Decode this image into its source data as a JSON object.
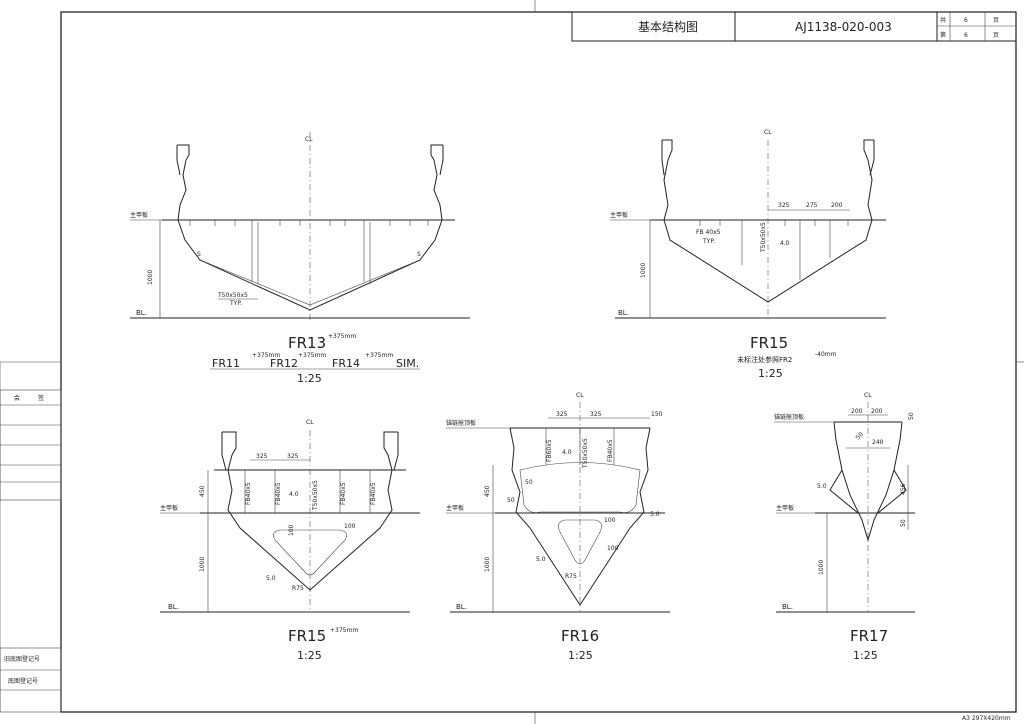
{
  "title_block": {
    "title": "基本结构图",
    "drawing_no": "AJ1138-020-003",
    "total_label": "共",
    "total_pages": "6",
    "page_unit_total": "页",
    "sheet_label": "第",
    "sheet_no": "6",
    "page_unit_sheet": "页"
  },
  "side_table": {
    "row1_a": "会",
    "row1_b": "签",
    "old_reg": "旧底图登记号",
    "base_reg": "底图登记号"
  },
  "footer_note": "A3 297X420mm",
  "common": {
    "cl": "CL",
    "bl": "BL.",
    "main_deck": "主甲板",
    "anchor_deck": "锚链舱顶板",
    "scale": "1:25"
  },
  "fr13": {
    "name": "FR13",
    "offset": "+375mm",
    "sim_f1": "FR11",
    "sim_f2": "FR12",
    "sim_f3": "FR14",
    "sim_off": "+375mm",
    "sim": "SIM.",
    "dim_1000": "1000",
    "stiff": "T50x50x5",
    "typ": "TYP.",
    "s": "S"
  },
  "fr15": {
    "name": "FR15",
    "note": "未标注处参照FR2",
    "note_off": "-40mm",
    "dims": [
      "325",
      "275",
      "200"
    ],
    "fb": "FB 40x5",
    "typ": "TYP.",
    "t50": "T50x50x5",
    "thk": "4.0",
    "dim_1000": "1000"
  },
  "fr15b": {
    "name": "FR15",
    "offset": "+375mm",
    "dims": [
      "325",
      "325"
    ],
    "fb": "FB40x5",
    "t50": "T50x50x5",
    "thk": "4.0",
    "d450": "450",
    "d1000": "1000",
    "d100a": "100",
    "d100b": "100",
    "d50": "5.0",
    "r75": "R75"
  },
  "fr16": {
    "name": "FR16",
    "dims": [
      "325",
      "325",
      "150"
    ],
    "fb": "FB40x5",
    "fb2": "FB60x5",
    "t50": "T50x50x5",
    "thk": "4.0",
    "d450": "450",
    "d1000": "1000",
    "d50a": "50",
    "d50b": "50",
    "d100a": "100",
    "d100b": "100",
    "d5a": "5.0",
    "d5b": "5.0",
    "r75": "R75"
  },
  "fr17": {
    "name": "FR17",
    "dims": [
      "200",
      "200"
    ],
    "d50a": "50",
    "d240": "240",
    "d50b": "50",
    "d456": "456",
    "d50c": "50",
    "d5": "5.0",
    "d1000": "1000"
  }
}
